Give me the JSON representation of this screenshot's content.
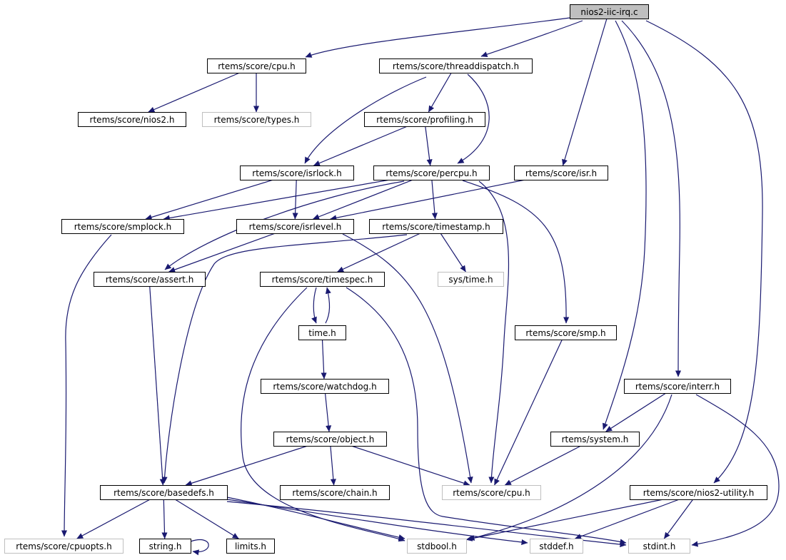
{
  "colors": {
    "edge": "#191970",
    "border": "#000000",
    "border_external": "#bfbfbf",
    "root_fill": "#bfbfbf",
    "fill": "#ffffff"
  },
  "nodes": [
    {
      "id": "root",
      "label": "nios2-iic-irq.c",
      "kind": "root"
    },
    {
      "id": "cpu",
      "label": "rtems/score/cpu.h",
      "kind": "header"
    },
    {
      "id": "threaddispatch",
      "label": "rtems/score/threaddispatch.h",
      "kind": "header"
    },
    {
      "id": "nios2",
      "label": "rtems/score/nios2.h",
      "kind": "header"
    },
    {
      "id": "types",
      "label": "rtems/score/types.h",
      "kind": "external"
    },
    {
      "id": "profiling",
      "label": "rtems/score/profiling.h",
      "kind": "header"
    },
    {
      "id": "isrlock",
      "label": "rtems/score/isrlock.h",
      "kind": "header"
    },
    {
      "id": "percpu",
      "label": "rtems/score/percpu.h",
      "kind": "header"
    },
    {
      "id": "isr",
      "label": "rtems/score/isr.h",
      "kind": "header"
    },
    {
      "id": "smplock",
      "label": "rtems/score/smplock.h",
      "kind": "header"
    },
    {
      "id": "isrlevel",
      "label": "rtems/score/isrlevel.h",
      "kind": "header"
    },
    {
      "id": "timestamp",
      "label": "rtems/score/timestamp.h",
      "kind": "header"
    },
    {
      "id": "assert",
      "label": "rtems/score/assert.h",
      "kind": "header"
    },
    {
      "id": "timespec",
      "label": "rtems/score/timespec.h",
      "kind": "header"
    },
    {
      "id": "systime",
      "label": "sys/time.h",
      "kind": "external"
    },
    {
      "id": "time",
      "label": "time.h",
      "kind": "header"
    },
    {
      "id": "smp",
      "label": "rtems/score/smp.h",
      "kind": "header"
    },
    {
      "id": "watchdog",
      "label": "rtems/score/watchdog.h",
      "kind": "header"
    },
    {
      "id": "interr",
      "label": "rtems/score/interr.h",
      "kind": "header"
    },
    {
      "id": "object",
      "label": "rtems/score/object.h",
      "kind": "header"
    },
    {
      "id": "system",
      "label": "rtems/system.h",
      "kind": "header"
    },
    {
      "id": "basedefs",
      "label": "rtems/score/basedefs.h",
      "kind": "header"
    },
    {
      "id": "chain",
      "label": "rtems/score/chain.h",
      "kind": "header"
    },
    {
      "id": "cpu2",
      "label": "rtems/score/cpu.h",
      "kind": "external"
    },
    {
      "id": "nios2util",
      "label": "rtems/score/nios2-utility.h",
      "kind": "header"
    },
    {
      "id": "cpuopts",
      "label": "rtems/score/cpuopts.h",
      "kind": "external"
    },
    {
      "id": "string",
      "label": "string.h",
      "kind": "header"
    },
    {
      "id": "limits",
      "label": "limits.h",
      "kind": "header"
    },
    {
      "id": "stdbool",
      "label": "stdbool.h",
      "kind": "external"
    },
    {
      "id": "stddef",
      "label": "stddef.h",
      "kind": "external"
    },
    {
      "id": "stdint",
      "label": "stdint.h",
      "kind": "external"
    }
  ],
  "edges": [
    {
      "from": "root",
      "to": "cpu"
    },
    {
      "from": "root",
      "to": "threaddispatch"
    },
    {
      "from": "root",
      "to": "isr"
    },
    {
      "from": "root",
      "to": "system"
    },
    {
      "from": "root",
      "to": "interr"
    },
    {
      "from": "root",
      "to": "nios2util"
    },
    {
      "from": "cpu",
      "to": "nios2"
    },
    {
      "from": "cpu",
      "to": "types"
    },
    {
      "from": "threaddispatch",
      "to": "profiling"
    },
    {
      "from": "threaddispatch",
      "to": "isrlock"
    },
    {
      "from": "threaddispatch",
      "to": "percpu"
    },
    {
      "from": "profiling",
      "to": "isrlock"
    },
    {
      "from": "profiling",
      "to": "percpu"
    },
    {
      "from": "isrlock",
      "to": "smplock"
    },
    {
      "from": "isrlock",
      "to": "isrlevel"
    },
    {
      "from": "percpu",
      "to": "smplock"
    },
    {
      "from": "percpu",
      "to": "isrlevel"
    },
    {
      "from": "percpu",
      "to": "assert"
    },
    {
      "from": "percpu",
      "to": "timestamp"
    },
    {
      "from": "percpu",
      "to": "cpu2"
    },
    {
      "from": "percpu",
      "to": "smp"
    },
    {
      "from": "isr",
      "to": "isrlevel"
    },
    {
      "from": "smplock",
      "to": "cpuopts"
    },
    {
      "from": "isrlevel",
      "to": "assert"
    },
    {
      "from": "isrlevel",
      "to": "cpu2"
    },
    {
      "from": "timestamp",
      "to": "timespec"
    },
    {
      "from": "timestamp",
      "to": "systime"
    },
    {
      "from": "timestamp",
      "to": "basedefs"
    },
    {
      "from": "assert",
      "to": "basedefs"
    },
    {
      "from": "timespec",
      "to": "time"
    },
    {
      "from": "timespec",
      "to": "stdbool"
    },
    {
      "from": "timespec",
      "to": "stdint"
    },
    {
      "from": "time",
      "to": "timespec"
    },
    {
      "from": "time",
      "to": "watchdog"
    },
    {
      "from": "watchdog",
      "to": "object"
    },
    {
      "from": "object",
      "to": "basedefs"
    },
    {
      "from": "object",
      "to": "chain"
    },
    {
      "from": "object",
      "to": "cpu2"
    },
    {
      "from": "smp",
      "to": "cpu2"
    },
    {
      "from": "interr",
      "to": "system"
    },
    {
      "from": "interr",
      "to": "stdbool"
    },
    {
      "from": "interr",
      "to": "stdint"
    },
    {
      "from": "system",
      "to": "cpu2"
    },
    {
      "from": "nios2util",
      "to": "stdbool"
    },
    {
      "from": "nios2util",
      "to": "stddef"
    },
    {
      "from": "nios2util",
      "to": "stdint"
    },
    {
      "from": "basedefs",
      "to": "cpuopts"
    },
    {
      "from": "basedefs",
      "to": "string"
    },
    {
      "from": "basedefs",
      "to": "limits"
    },
    {
      "from": "basedefs",
      "to": "stdbool"
    },
    {
      "from": "basedefs",
      "to": "stddef"
    },
    {
      "from": "basedefs",
      "to": "stdint"
    },
    {
      "from": "string",
      "to": "string"
    }
  ]
}
